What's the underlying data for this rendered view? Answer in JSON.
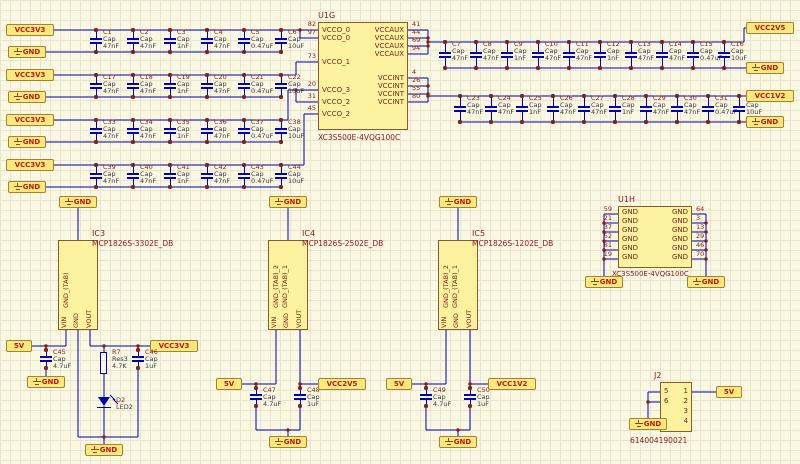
{
  "ports": {
    "vcc3v3": "VCC3V3",
    "vcc2v5": "VCC2V5",
    "vcc1v2": "VCC1V2",
    "v5": "5V",
    "gnd": "GND"
  },
  "u1g": {
    "designator": "U1G",
    "part": "XC3S500E-4VQG100C",
    "left_pins": [
      {
        "num": "82",
        "name": "VCCO_0"
      },
      {
        "num": "97",
        "name": "VCCO_0"
      },
      {
        "num": "73",
        "name": "VCCO_1"
      },
      {
        "num": "20",
        "name": "VCCO_3"
      },
      {
        "num": "31",
        "name": "VCCO_2"
      },
      {
        "num": "45",
        "name": "VCCO_2"
      }
    ],
    "right_pins": [
      {
        "num": "41",
        "name": "VCCAUX"
      },
      {
        "num": "44",
        "name": "VCCAUX"
      },
      {
        "num": "69",
        "name": "VCCAUX"
      },
      {
        "num": "94",
        "name": "VCCAUX"
      },
      {
        "num": "4",
        "name": "VCCINT"
      },
      {
        "num": "26",
        "name": "VCCINT"
      },
      {
        "num": "55",
        "name": "VCCINT"
      },
      {
        "num": "80",
        "name": "VCCINT"
      }
    ]
  },
  "u1h": {
    "designator": "U1H",
    "part": "XC3S500E-4VQG100C",
    "left_pins": [
      {
        "num": "59",
        "name": "GND"
      },
      {
        "num": "21",
        "name": "GND"
      },
      {
        "num": "37",
        "name": "GND"
      },
      {
        "num": "52",
        "name": "GND"
      },
      {
        "num": "81",
        "name": "GND"
      },
      {
        "num": "19",
        "name": "GND"
      }
    ],
    "right_pins": [
      {
        "num": "64",
        "name": "GND"
      },
      {
        "num": "3",
        "name": "GND"
      },
      {
        "num": "13",
        "name": "GND"
      },
      {
        "num": "29",
        "name": "GND"
      },
      {
        "num": "46",
        "name": "GND"
      },
      {
        "num": "70",
        "name": "GND"
      }
    ]
  },
  "banks": {
    "row1": [
      {
        "ref": "C1",
        "type": "Cap",
        "val": "47nF"
      },
      {
        "ref": "C2",
        "type": "Cap",
        "val": "47nF"
      },
      {
        "ref": "C3",
        "type": "Cap",
        "val": "1nF"
      },
      {
        "ref": "C4",
        "type": "Cap",
        "val": "47nF"
      },
      {
        "ref": "C5",
        "type": "Cap",
        "val": "0.47uF"
      },
      {
        "ref": "C6",
        "type": "Cap",
        "val": "10uF"
      }
    ],
    "row2": [
      {
        "ref": "C17",
        "type": "Cap",
        "val": "47nF"
      },
      {
        "ref": "C18",
        "type": "Cap",
        "val": "47nF"
      },
      {
        "ref": "C19",
        "type": "Cap",
        "val": "1nF"
      },
      {
        "ref": "C20",
        "type": "Cap",
        "val": "47nF"
      },
      {
        "ref": "C21",
        "type": "Cap",
        "val": "0.47uF"
      },
      {
        "ref": "C22",
        "type": "Cap",
        "val": "10uF"
      }
    ],
    "row3": [
      {
        "ref": "C33",
        "type": "Cap",
        "val": "47nF"
      },
      {
        "ref": "C34",
        "type": "Cap",
        "val": "47nF"
      },
      {
        "ref": "C35",
        "type": "Cap",
        "val": "1nF"
      },
      {
        "ref": "C36",
        "type": "Cap",
        "val": "47nF"
      },
      {
        "ref": "C37",
        "type": "Cap",
        "val": "0.47uF"
      },
      {
        "ref": "C38",
        "type": "Cap",
        "val": "10uF"
      }
    ],
    "row4": [
      {
        "ref": "C39",
        "type": "Cap",
        "val": "47nF"
      },
      {
        "ref": "C40",
        "type": "Cap",
        "val": "47nF"
      },
      {
        "ref": "C41",
        "type": "Cap",
        "val": "1nF"
      },
      {
        "ref": "C42",
        "type": "Cap",
        "val": "47nF"
      },
      {
        "ref": "C43",
        "type": "Cap",
        "val": "0.47uF"
      },
      {
        "ref": "C44",
        "type": "Cap",
        "val": "10uF"
      }
    ],
    "rowA": [
      {
        "ref": "C7",
        "type": "Cap",
        "val": "47nF"
      },
      {
        "ref": "C8",
        "type": "Cap",
        "val": "47nF"
      },
      {
        "ref": "C9",
        "type": "Cap",
        "val": "1nF"
      },
      {
        "ref": "C10",
        "type": "Cap",
        "val": "47nF"
      },
      {
        "ref": "C11",
        "type": "Cap",
        "val": "47nF"
      },
      {
        "ref": "C12",
        "type": "Cap",
        "val": "1nF"
      },
      {
        "ref": "C13",
        "type": "Cap",
        "val": "47nF"
      },
      {
        "ref": "C14",
        "type": "Cap",
        "val": "47nF"
      },
      {
        "ref": "C15",
        "type": "Cap",
        "val": "0.47uF"
      },
      {
        "ref": "C16",
        "type": "Cap",
        "val": "10uF"
      }
    ],
    "rowB": [
      {
        "ref": "C23",
        "type": "Cap",
        "val": "47nF"
      },
      {
        "ref": "C24",
        "type": "Cap",
        "val": "47nF"
      },
      {
        "ref": "C25",
        "type": "Cap",
        "val": "1nF"
      },
      {
        "ref": "C26",
        "type": "Cap",
        "val": "47nF"
      },
      {
        "ref": "C27",
        "type": "Cap",
        "val": "47nF"
      },
      {
        "ref": "C28",
        "type": "Cap",
        "val": "1nF"
      },
      {
        "ref": "C29",
        "type": "Cap",
        "val": "47nF"
      },
      {
        "ref": "C30",
        "type": "Cap",
        "val": "47nF"
      },
      {
        "ref": "C31",
        "type": "Cap",
        "val": "0.47uF"
      },
      {
        "ref": "C32",
        "type": "Cap",
        "val": "10uF"
      }
    ],
    "c45": [
      {
        "ref": "C45",
        "type": "Cap",
        "val": "4.7uF"
      }
    ],
    "c46": [
      {
        "ref": "C46",
        "type": "Cap",
        "val": "1uF"
      }
    ],
    "c47": [
      {
        "ref": "C47",
        "type": "Cap",
        "val": "4.7uF"
      }
    ],
    "c48": [
      {
        "ref": "C48",
        "type": "Cap",
        "val": "1uF"
      }
    ],
    "c49": [
      {
        "ref": "C49",
        "type": "Cap",
        "val": "4.7uF"
      }
    ],
    "c50": [
      {
        "ref": "C50",
        "type": "Cap",
        "val": "1uF"
      }
    ]
  },
  "regulators": [
    {
      "designator": "IC3",
      "part": "MCP1826S-3302E_DB",
      "tab1": "GND_(TAB)",
      "tab2": "",
      "pins": [
        "VIN",
        "GND",
        "VOUT"
      ]
    },
    {
      "designator": "IC4",
      "part": "MCP1826S-2502E_DB",
      "tab1": "GND_(TAB)_2",
      "tab2": "GND_(TAB)_1",
      "pins": [
        "VIN",
        "GND",
        "VOUT"
      ]
    },
    {
      "designator": "IC5",
      "part": "MCP1826S-1202E_DB",
      "tab1": "GND_(TAB)_2",
      "tab2": "GND_(TAB)_1",
      "pins": [
        "VIN",
        "GND",
        "VOUT"
      ]
    }
  ],
  "r7": {
    "ref": "R7",
    "type": "Res3",
    "val": "4.7K"
  },
  "d2": {
    "ref": "D2",
    "type": "LED2"
  },
  "j2": {
    "designator": "J2",
    "part": "614004190021",
    "right_pins": [
      "1",
      "2",
      "3",
      "4"
    ],
    "left_pins": [
      "5",
      "6"
    ]
  }
}
